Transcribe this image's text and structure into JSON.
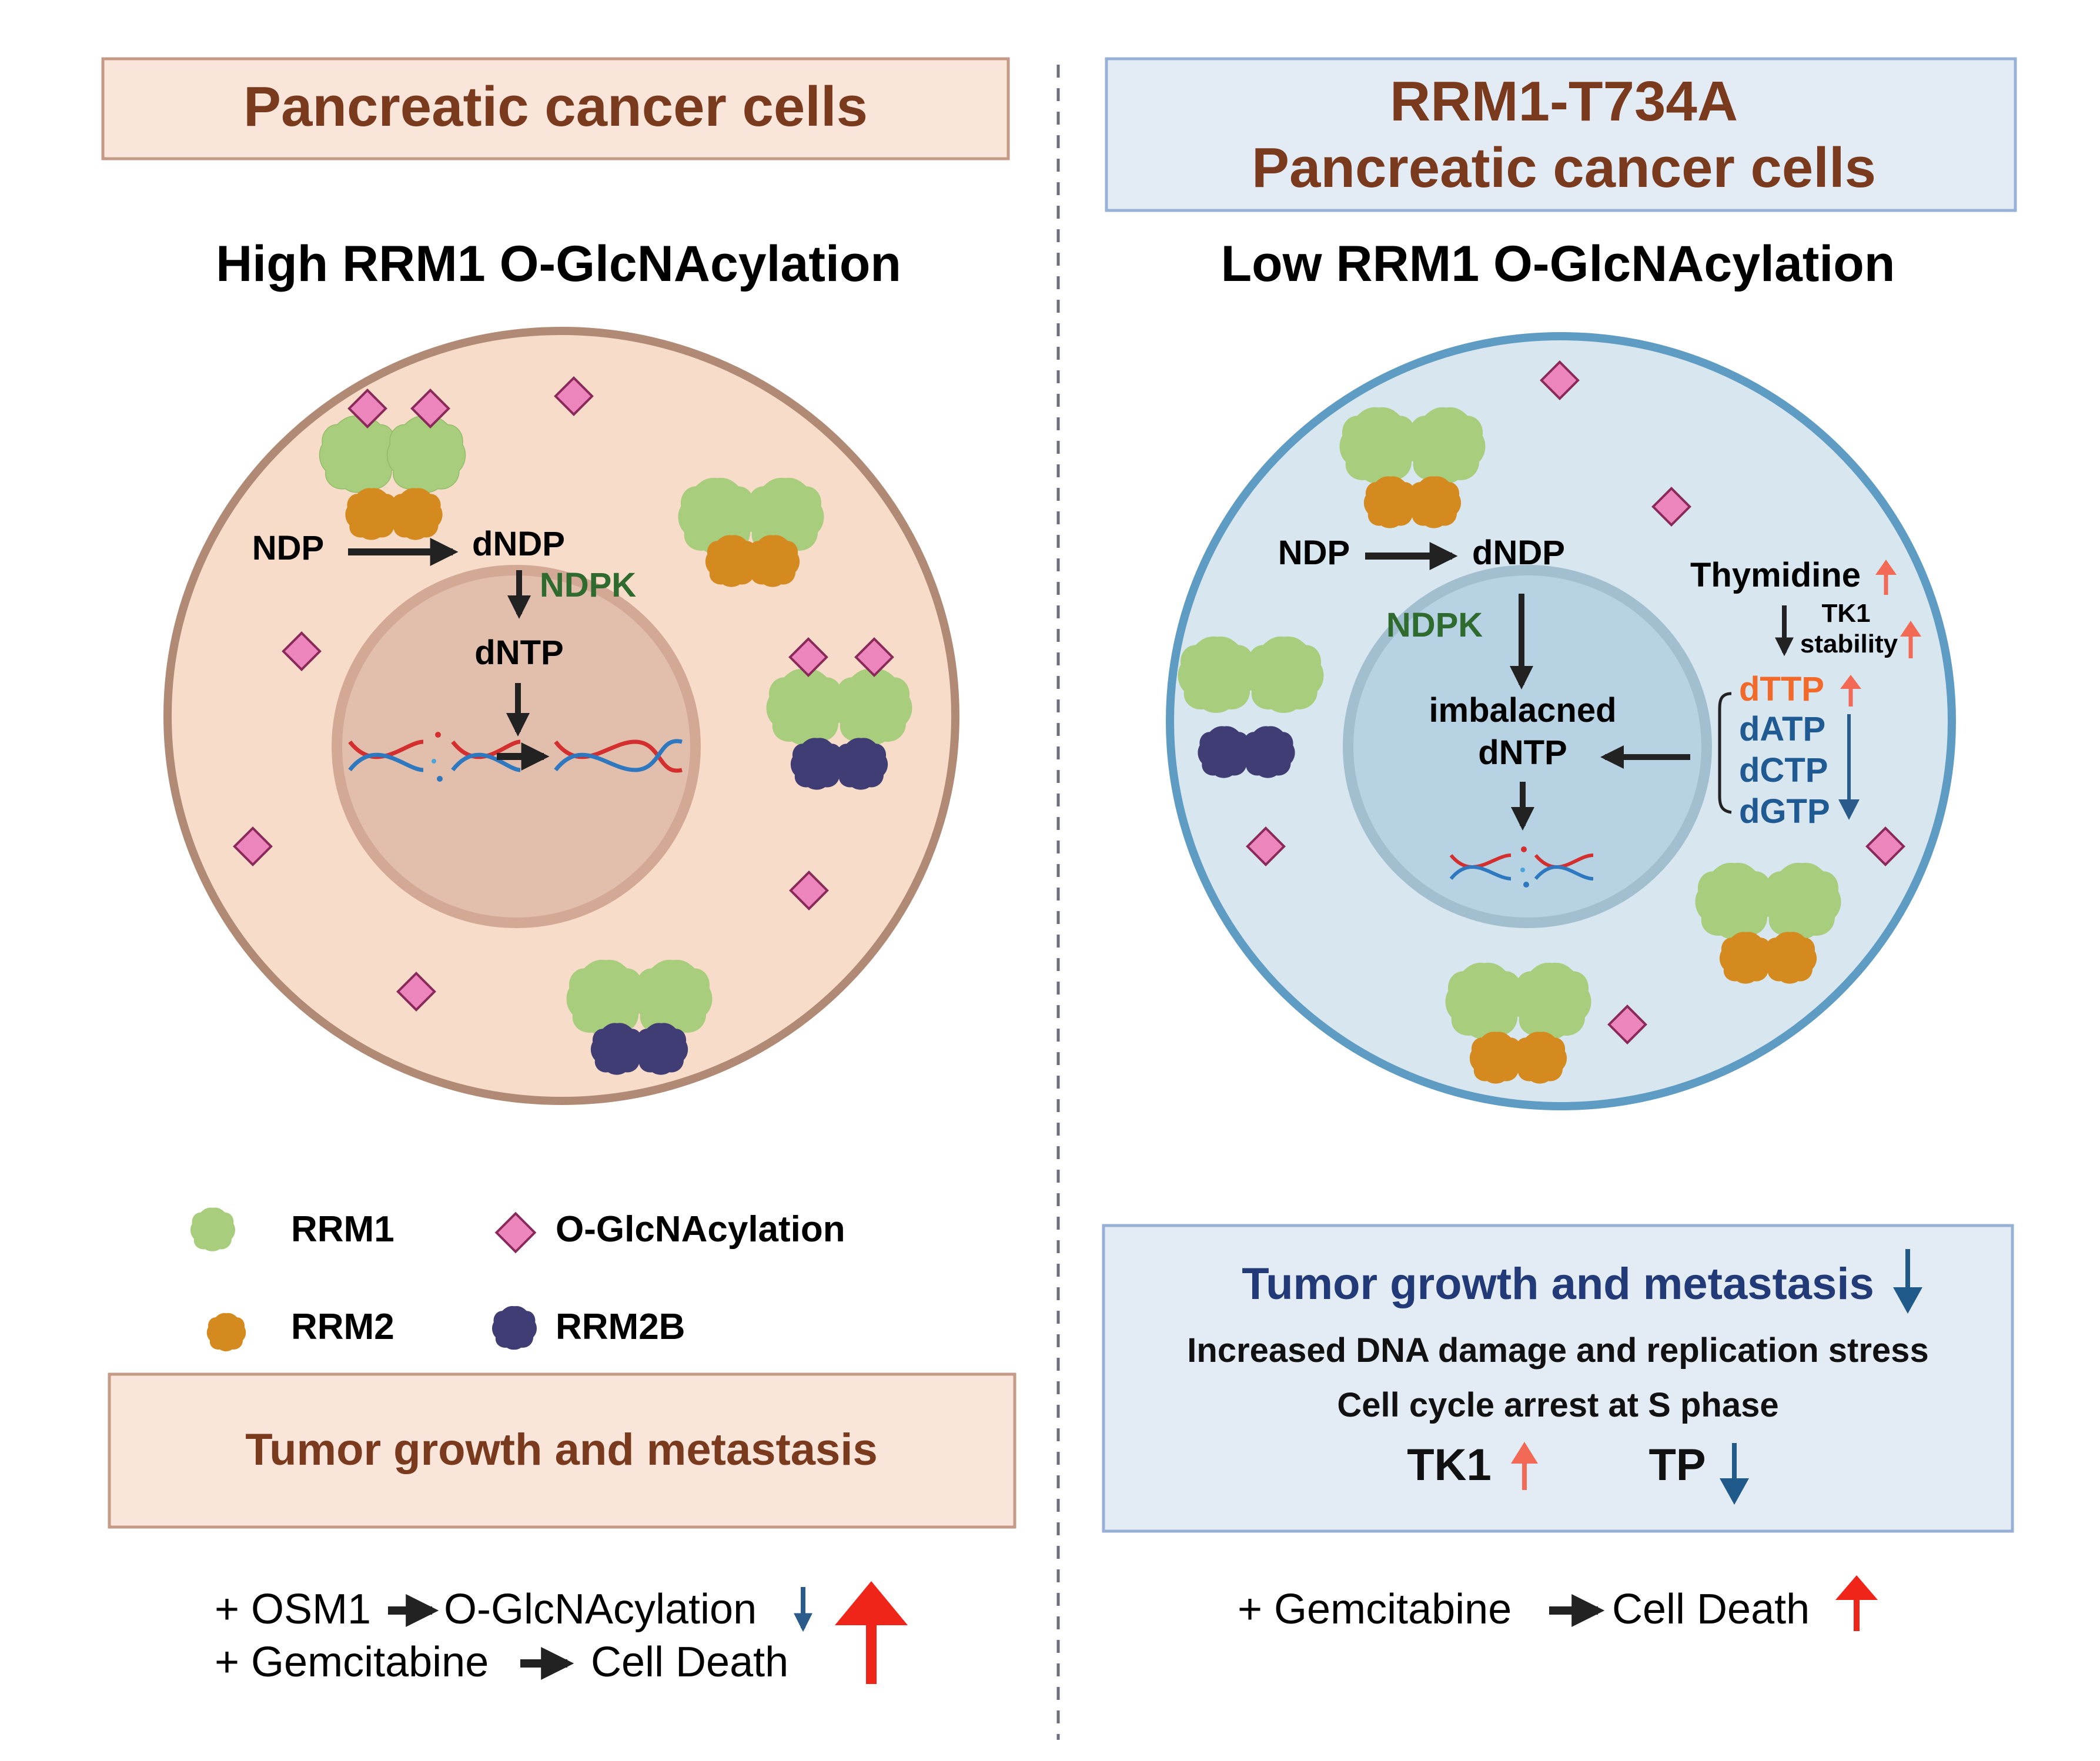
{
  "left_panel": {
    "header": "Pancreatic cancer cells",
    "subtitle": "High RRM1 O-GlcNAcylation",
    "cell": {
      "ndp": "NDP",
      "dndp": "dNDP",
      "ndpk": "NDPK",
      "dntp": "dNTP"
    },
    "legend": {
      "rrm1": "RRM1",
      "oglcnac": "O-GlcNAcylation",
      "rrm2": "RRM2",
      "rrm2b": "RRM2B"
    },
    "outcome_box": "Tumor growth and metastasis",
    "treatment": {
      "line1_drug": "+ OSM1",
      "line1_result": "O-GlcNAcylation",
      "line2_drug": "+ Gemcitabine",
      "line2_result": "Cell Death"
    }
  },
  "right_panel": {
    "header_line1": "RRM1-T734A",
    "header_line2": "Pancreatic cancer cells",
    "subtitle": "Low RRM1 O-GlcNAcylation",
    "cell": {
      "ndp": "NDP",
      "dndp": "dNDP",
      "ndpk": "NDPK",
      "imbalanced_line1": "imbalacned",
      "imbalanced_line2": "dNTP",
      "thymidine": "Thymidine",
      "tk1": "TK1",
      "stability": "stability",
      "dttp": "dTTP",
      "datp": "dATP",
      "dctp": "dCTP",
      "dgtp": "dGTP"
    },
    "outcome_box": {
      "title": "Tumor growth and metastasis",
      "line1": "Increased DNA damage and replication stress",
      "line2": "Cell cycle arrest at S phase",
      "tk1": "TK1",
      "tp": "TP"
    },
    "treatment": {
      "drug": "+ Gemcitabine",
      "result": "Cell Death"
    }
  },
  "colors": {
    "left_bg": "#f8dcca",
    "left_membrane": "#b08a75",
    "left_nucleus": "#e2bfad",
    "left_header_bg": "#f9e5da",
    "right_bg": "#d8e6ef",
    "right_membrane": "#5e9cc4",
    "right_nucleus": "#b6d2e3",
    "right_header_bg": "#e3ecf4",
    "rrm1_green": "#a8cd7c",
    "rrm2_orange": "#d48a1e",
    "rrm2b_purple": "#403d74",
    "oglcnac_pink": "#ee86be",
    "up_red": "#f26a55",
    "down_blue": "#1f5a93"
  }
}
